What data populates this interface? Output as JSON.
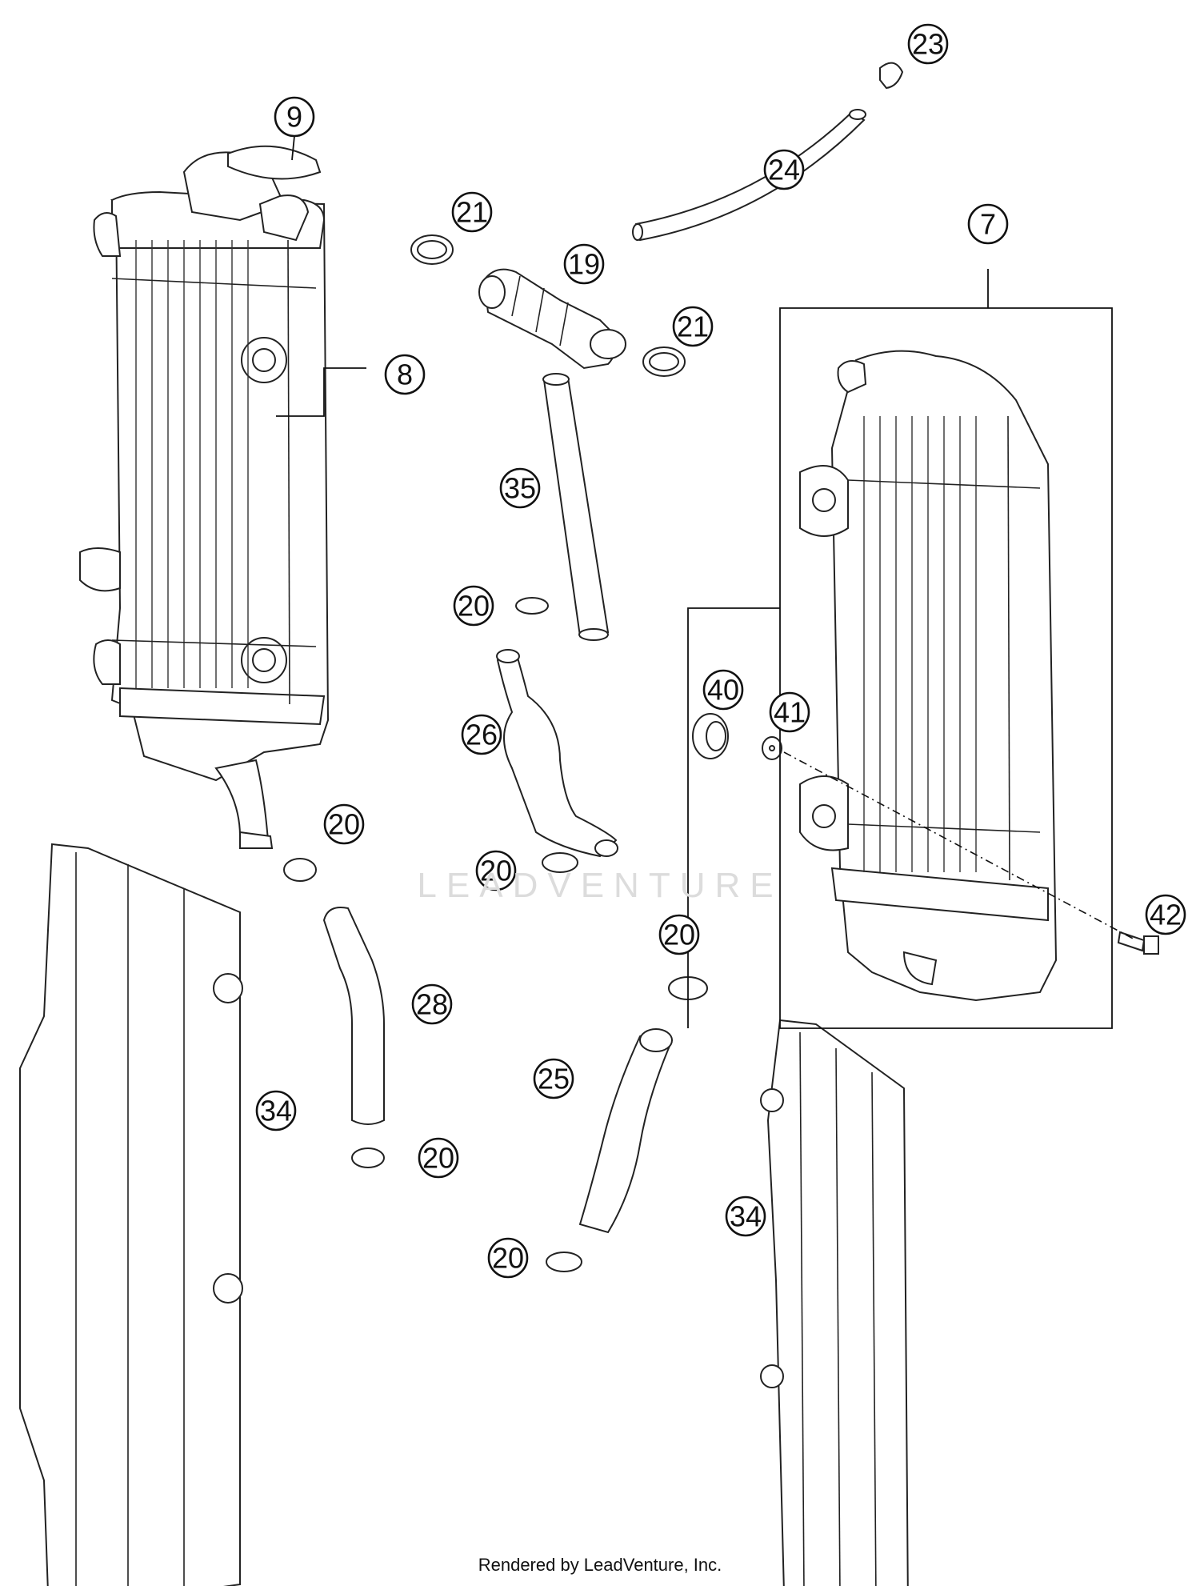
{
  "diagram": {
    "callouts": [
      {
        "id": "c9",
        "label": "9"
      },
      {
        "id": "c8",
        "label": "8"
      },
      {
        "id": "c21a",
        "label": "21"
      },
      {
        "id": "c19",
        "label": "19"
      },
      {
        "id": "c21b",
        "label": "21"
      },
      {
        "id": "c23",
        "label": "23"
      },
      {
        "id": "c24",
        "label": "24"
      },
      {
        "id": "c7",
        "label": "7"
      },
      {
        "id": "c35",
        "label": "35"
      },
      {
        "id": "c20a",
        "label": "20"
      },
      {
        "id": "c26",
        "label": "26"
      },
      {
        "id": "c40",
        "label": "40"
      },
      {
        "id": "c41",
        "label": "41"
      },
      {
        "id": "c20b",
        "label": "20"
      },
      {
        "id": "c20c",
        "label": "20"
      },
      {
        "id": "c42",
        "label": "42"
      },
      {
        "id": "c20d",
        "label": "20"
      },
      {
        "id": "c28",
        "label": "28"
      },
      {
        "id": "c25",
        "label": "25"
      },
      {
        "id": "c34a",
        "label": "34"
      },
      {
        "id": "c20e",
        "label": "20"
      },
      {
        "id": "c34b",
        "label": "34"
      },
      {
        "id": "c20f",
        "label": "20"
      }
    ],
    "watermark": "LEADVENTURE",
    "footer": "Rendered by LeadVenture, Inc."
  }
}
